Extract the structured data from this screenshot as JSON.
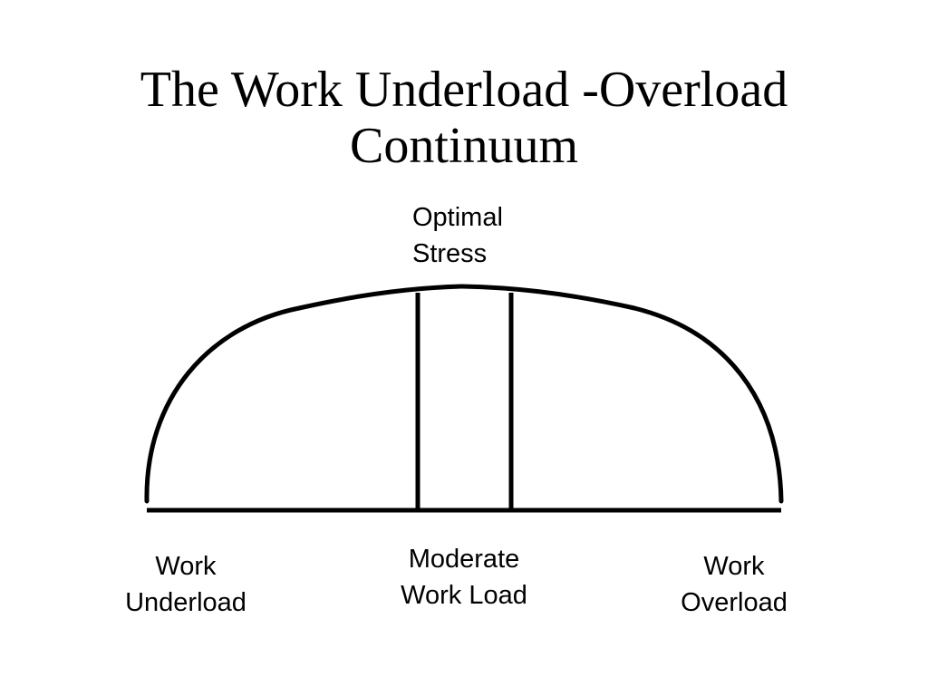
{
  "title": {
    "line1": "The Work Underload -Overload",
    "line2": "Continuum"
  },
  "labels": {
    "peak": {
      "line1": "Optimal",
      "line2": "Stress"
    },
    "left": {
      "line1": "Work",
      "line2": "Underload"
    },
    "middle": {
      "line1": "Moderate",
      "line2": "Work Load"
    },
    "right": {
      "line1": "Work",
      "line2": "Overload"
    }
  },
  "colors": {
    "stroke": "#000000",
    "background": "#ffffff"
  }
}
